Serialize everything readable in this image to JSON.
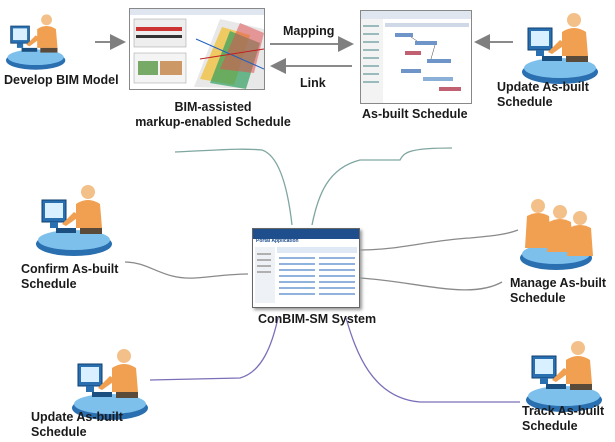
{
  "labels": {
    "develop": "Develop BIM Model",
    "bim_schedule_line1": "BIM-assisted",
    "bim_schedule_line2": "markup-enabled Schedule",
    "asbuilt_schedule": "As-built Schedule",
    "update_top_line1": "Update As-built",
    "update_top_line2": "Schedule",
    "mapping": "Mapping",
    "link": "Link",
    "confirm_line1": "Confirm As-built",
    "confirm_line2": "Schedule",
    "system": "ConBIM-SM System",
    "manage_line1": "Manage As-built",
    "manage_line2": "Schedule",
    "update_bottom_line1": "Update As-built",
    "update_bottom_line2": "Schedule",
    "track_line1": "Track As-built",
    "track_line2": "Schedule"
  },
  "portal": {
    "title": "Portal Application"
  },
  "colors": {
    "arrow": "#7f7f7f",
    "green_curve": "#7fa6a0",
    "purple_curve": "#7b6fb8",
    "gray_curve": "#8a8a8a",
    "portal_header": "#1f4e8c",
    "desk_blue": "#2a6fb0",
    "person_orange": "#f0a050"
  }
}
